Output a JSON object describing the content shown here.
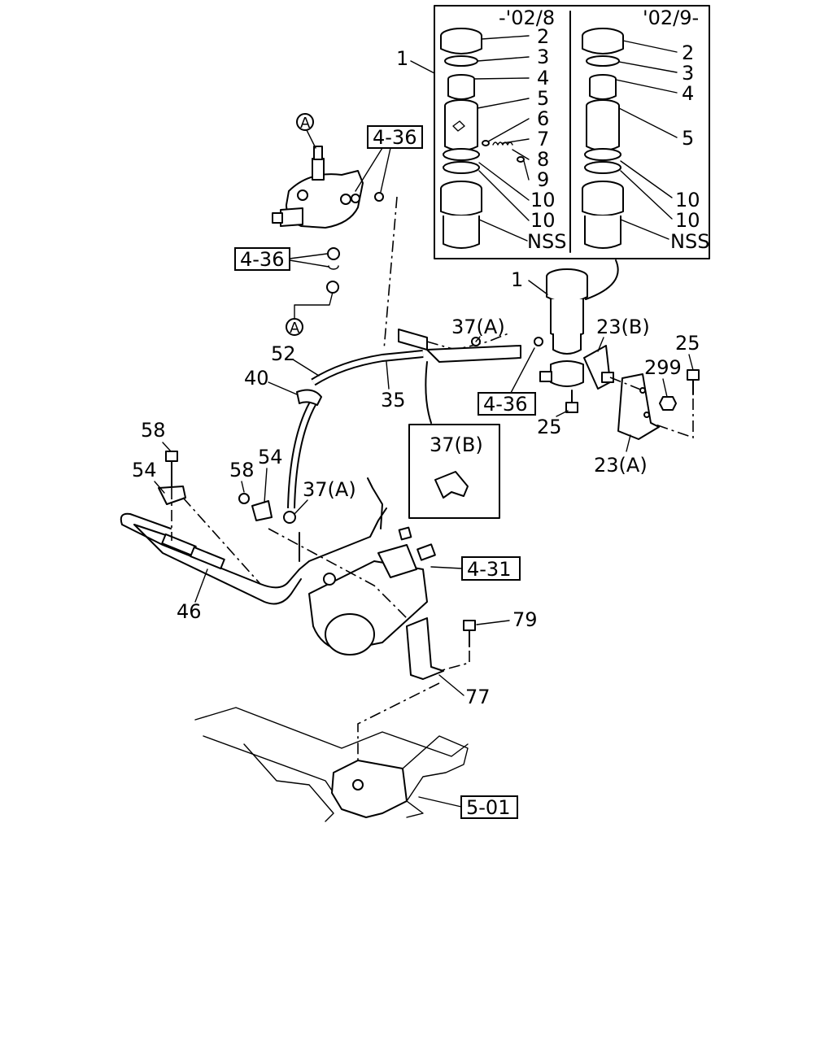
{
  "inset": {
    "left_header": "-'02/8",
    "right_header": "'02/9-",
    "left_callouts": [
      "2",
      "3",
      "4",
      "5",
      "6",
      "7",
      "8",
      "9",
      "10",
      "10",
      "NSS"
    ],
    "right_callouts": [
      "2",
      "3",
      "4",
      "5",
      "10",
      "10",
      "NSS"
    ]
  },
  "callouts": {
    "c1_inset": "1",
    "c1_main": "1",
    "c37a_top": "37(A)",
    "c23b": "23(B)",
    "c25_right": "25",
    "c299": "299",
    "c25_lower": "25",
    "c23a": "23(A)",
    "c52": "52",
    "c40": "40",
    "c35": "35",
    "c58_left": "58",
    "c54_left": "54",
    "c58_mid": "58",
    "c54_mid": "54",
    "c37a_low": "37(A)",
    "c46": "46",
    "c79": "79",
    "c77": "77",
    "c37b": "37(B)"
  },
  "references": {
    "ref_4_36_top": "4-36",
    "ref_4_36_left": "4-36",
    "ref_4_36_mid": "4-36",
    "ref_4_31": "4-31",
    "ref_5_01": "5-01"
  },
  "circle_marks": {
    "a_top": "A",
    "a_lower": "A"
  }
}
